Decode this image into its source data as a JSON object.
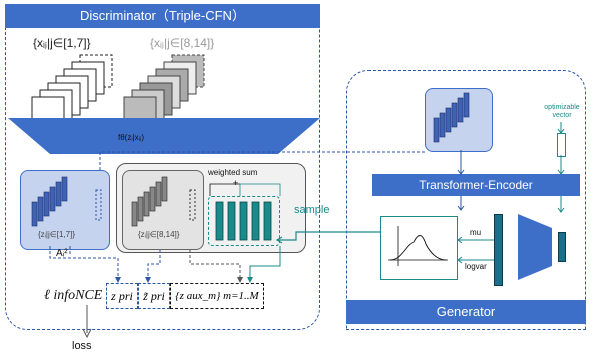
{
  "discriminator": {
    "title": "Discriminator（Triple-CFN）",
    "set_a": "{xᵢⱼ|j∈[1,7]}",
    "set_b": "{xᵢⱼ|j∈[8,14]}",
    "encoder_fn": "fθ(zᵢ|xᵢⱼ)",
    "z_set_a": "{zᵢ|j∈[1,7]}",
    "z_set_b": "{zᵢ|j∈[8,14]}",
    "weighted_sum": "weighted sum",
    "plus": "+",
    "a_label": "Aᵢ²",
    "loss_expr": "ℓ infoNCE",
    "z_pri": "z pri",
    "z_pri_tilde": "z̃ pri",
    "z_aux": "{z aux_m} m=1..M",
    "loss": "loss"
  },
  "sample_label": "sample",
  "generator": {
    "title": "Generator",
    "transformer": "Transformer-Encoder",
    "optimizable": "optimizable vector",
    "mu": "mu",
    "logvar": "logvar"
  },
  "colors": {
    "header_blue": "#3d6fc9",
    "dashed_blue": "#2a56a8",
    "teal": "#1a8a8a",
    "bar_blue": "#3f62b5"
  }
}
